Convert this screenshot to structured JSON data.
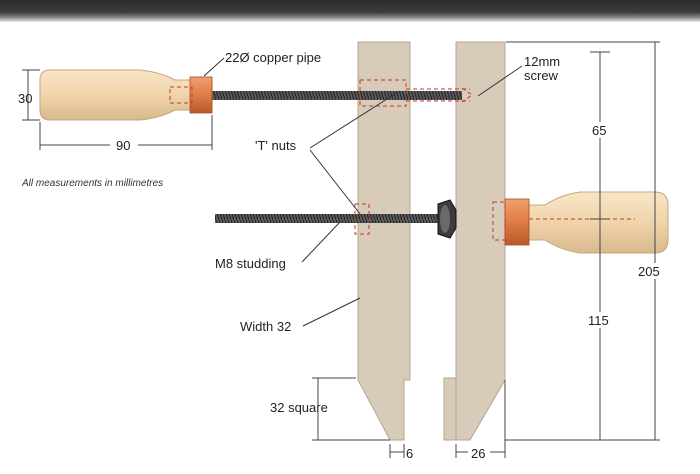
{
  "labels": {
    "copper_pipe": "22Ø copper pipe",
    "screw_line1": "12mm",
    "screw_line2": "screw",
    "t_nuts": "'T' nuts",
    "note": "All measurements in millimetres",
    "studding": "M8 studding",
    "width": "Width 32",
    "square": "32 square"
  },
  "dimensions": {
    "handle_dia": "30",
    "handle_len": "90",
    "upper_gap": "65",
    "overall": "205",
    "lower_len": "115",
    "tip_left": "6",
    "tip_right": "26"
  },
  "colors": {
    "wood": "#d8cbb9",
    "handle": "#f2d9b4",
    "copper": "#e07b45",
    "dashed": "#c23a2a",
    "rod": "#4a4a4a"
  }
}
